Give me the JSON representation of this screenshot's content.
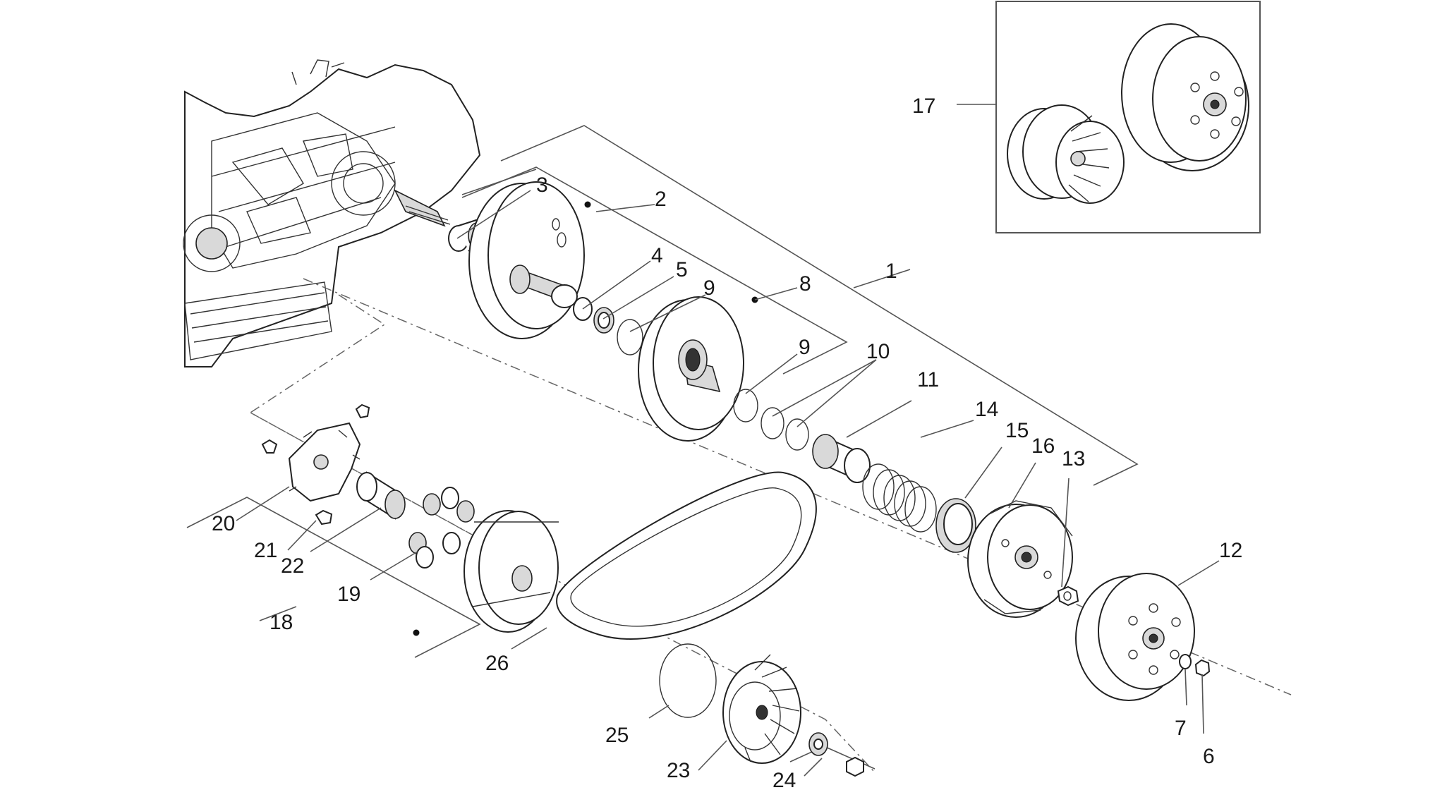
{
  "diagram": {
    "callouts": [
      "1",
      "2",
      "3",
      "4",
      "5",
      "6",
      "7",
      "8",
      "9",
      "9",
      "10",
      "11",
      "12",
      "13",
      "14",
      "15",
      "16",
      "17",
      "18",
      "19",
      "20",
      "21",
      "22",
      "23",
      "24",
      "25",
      "26"
    ],
    "colors": {
      "line": "#555555",
      "part_stroke": "#222222",
      "background": "#ffffff"
    }
  }
}
